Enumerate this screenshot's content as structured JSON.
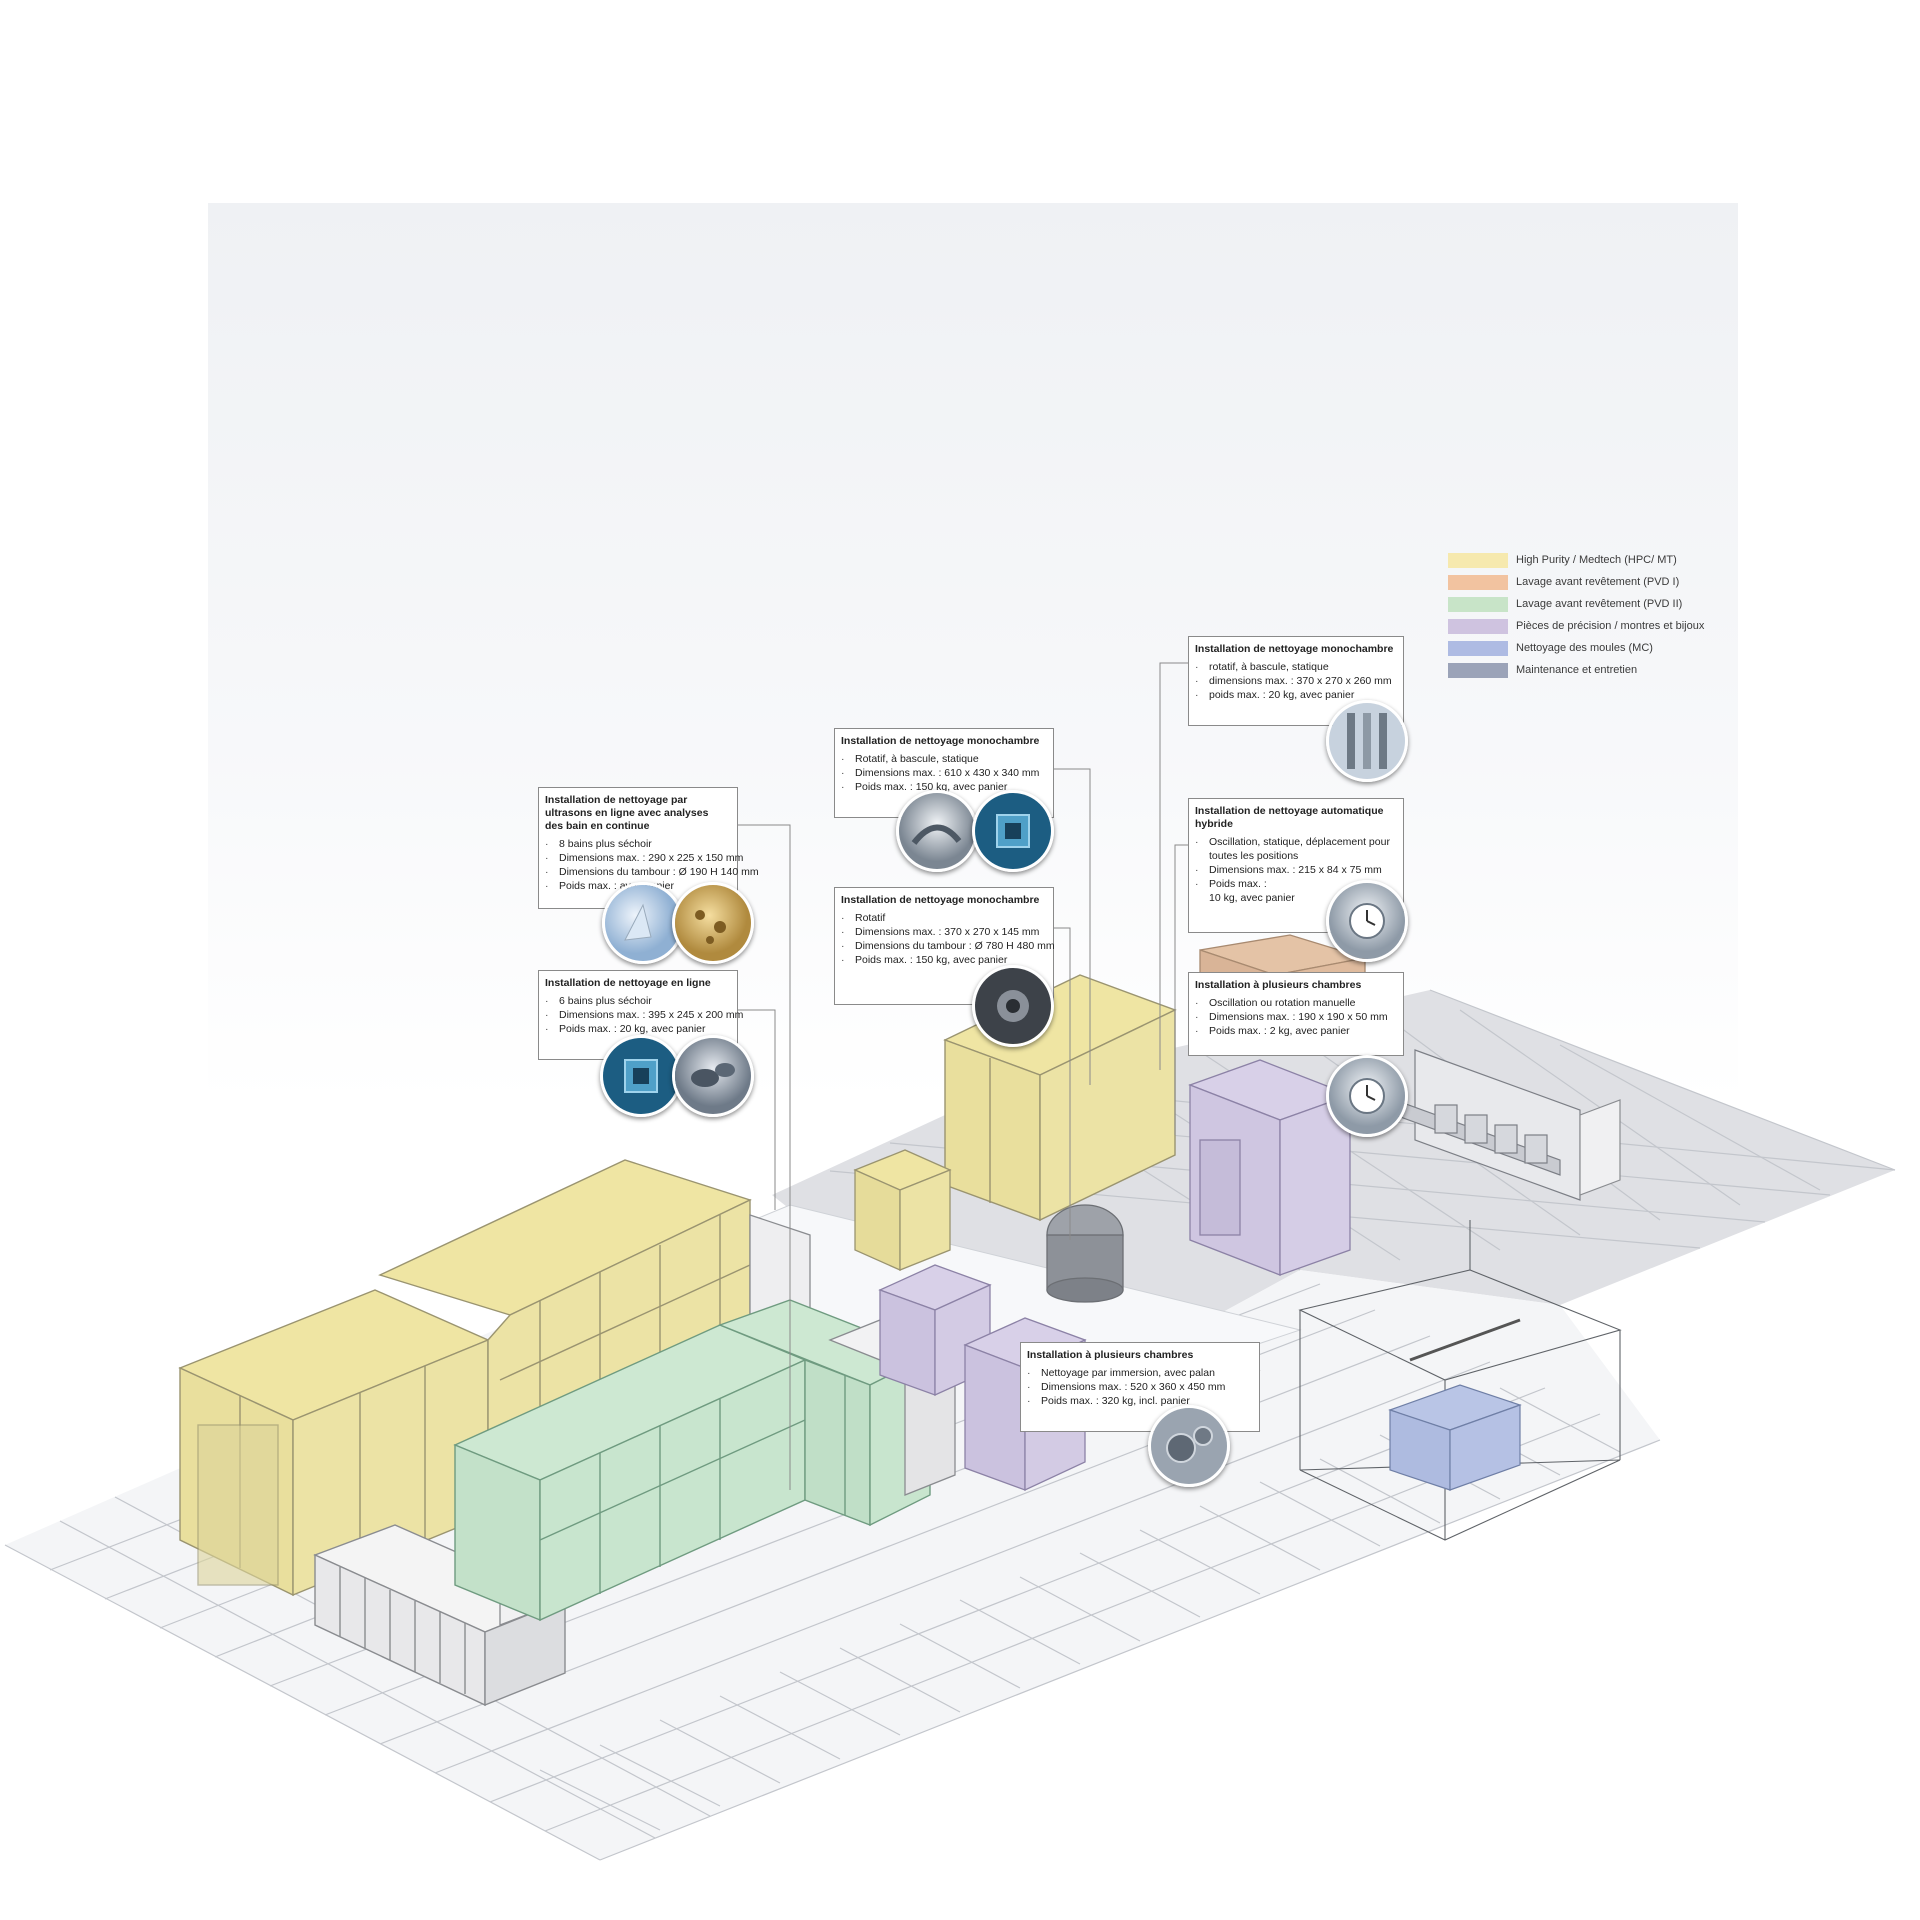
{
  "legend": [
    {
      "label": "High Purity / Medtech (HPC/ MT)",
      "color": "#f6e9ae"
    },
    {
      "label": "Lavage avant revêtement (PVD I)",
      "color": "#f2c3a0"
    },
    {
      "label": "Lavage avant revêtement (PVD II)",
      "color": "#c8e4c8"
    },
    {
      "label": "Pièces de précision / montres et bijoux",
      "color": "#cfc3e0"
    },
    {
      "label": "Nettoyage des moules (MC)",
      "color": "#aebbe3"
    },
    {
      "label": "Maintenance et entretien",
      "color": "#9ba3b8"
    }
  ],
  "callouts": {
    "ultrasons": {
      "title": "Installation de nettoyage par ultrasons en ligne avec analyses des bain en continue",
      "lines": [
        "8 bains plus séchoir",
        "Dimensions max. :  290 x 225 x 150 mm",
        "Dimensions du tambour : Ø 190 H 140 mm",
        "Poids max. :             avec panier"
      ]
    },
    "en_ligne": {
      "title": "Installation de nettoyage en ligne",
      "lines": [
        "6 bains plus séchoir",
        "Dimensions max. :  395 x 245 x 200 mm",
        "Poids max. :             20 kg, avec panier"
      ]
    },
    "mono_1": {
      "title": "Installation de nettoyage monochambre",
      "lines": [
        "Rotatif, à bascule, statique",
        "Dimensions max. :  610 x 430 x 340 mm",
        "Poids max. :             150 kg, avec panier"
      ]
    },
    "mono_2": {
      "title": "Installation de nettoyage monochambre",
      "lines": [
        "Rotatif",
        "Dimensions max. :  370 x 270 x 145 mm",
        "Dimensions du tambour : Ø 780 H 480 mm",
        "Poids max. :             150 kg, avec panier"
      ]
    },
    "mono_3": {
      "title": "Installation de nettoyage monochambre",
      "lines": [
        "rotatif, à bascule, statique",
        "dimensions max. :  370 x 270 x 260 mm",
        "poids max. :            20 kg, avec panier"
      ]
    },
    "hybride": {
      "title": "Installation de nettoyage automatique hybride",
      "lines": [
        "Oscillation, statique, déplacement pour",
        "toutes les positions",
        "Dimensions max. :  215 x 84 x 75 mm",
        "Poids max. :",
        "10 kg, avec panier"
      ],
      "bullets": [
        true,
        false,
        true,
        true,
        false
      ]
    },
    "plusieurs_1": {
      "title": "Installation à plusieurs chambres",
      "lines": [
        "Oscillation ou rotation manuelle",
        "Dimensions max. :  190 x 190 x 50 mm",
        "Poids max. :             2 kg, avec panier"
      ]
    },
    "plusieurs_2": {
      "title": "Installation à plusieurs chambres",
      "lines": [
        "Nettoyage par immersion, avec palan",
        "Dimensions max. :  520 x 360 x 450 mm",
        "Poids max. :             320 kg, incl. panier"
      ]
    }
  }
}
